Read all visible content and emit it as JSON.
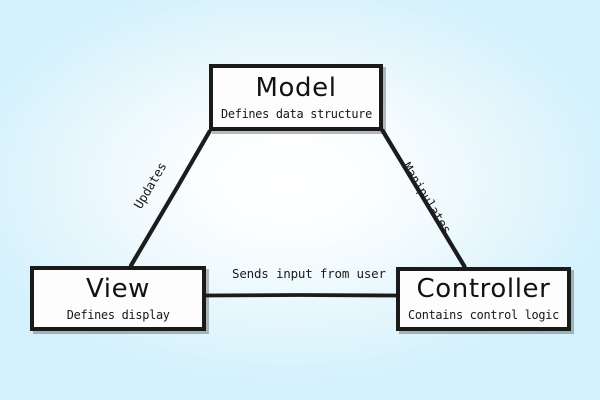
{
  "diagram": {
    "kind": "mvc-pattern-diagram",
    "background": {
      "center_color": "#ffffff",
      "edge_color": "#d2f1fc"
    },
    "node_style": {
      "fill": "#fdfdfd",
      "border_color": "#1a1a1a",
      "text_color": "#121212"
    },
    "connector_color": "#1c1c1c",
    "nodes": [
      {
        "id": "model",
        "title": "Model",
        "subtitle": "Defines data structure"
      },
      {
        "id": "view",
        "title": "View",
        "subtitle": "Defines display"
      },
      {
        "id": "controller",
        "title": "Controller",
        "subtitle": "Contains control logic"
      }
    ],
    "edges": [
      {
        "id": "model-view",
        "from": "model",
        "to": "view",
        "label": "Updates"
      },
      {
        "id": "controller-model",
        "from": "controller",
        "to": "model",
        "label": "Manipulates"
      },
      {
        "id": "view-controller",
        "from": "view",
        "to": "controller",
        "label": "Sends input from user"
      }
    ]
  }
}
